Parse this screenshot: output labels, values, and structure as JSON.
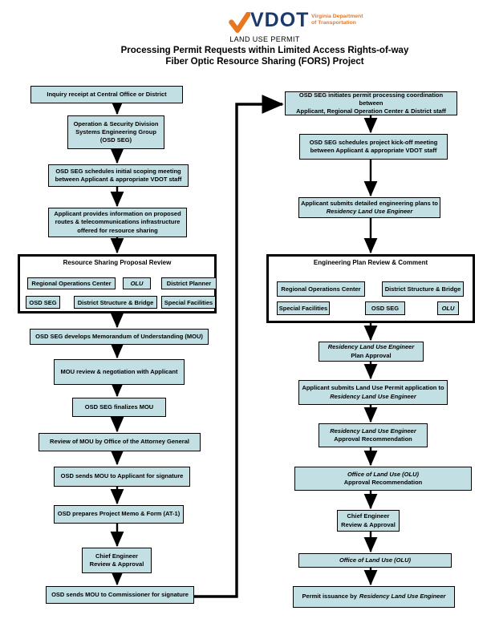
{
  "header": {
    "logo": {
      "brand": "VDOT",
      "tagline_line1": "Virginia Department",
      "tagline_line2": "of Transportation"
    },
    "doc_type": "LAND USE PERMIT",
    "title_line1": "Processing Permit Requests within Limited Access Rights-of-way",
    "title_line2": "Fiber Optic Resource Sharing (FORS) Project"
  },
  "left": {
    "inquiry": "Inquiry receipt at Central Office or District",
    "osd_seg_group": "Operation & Security Division\nSystems Engineering Group\n(OSD SEG)",
    "scoping": "OSD SEG schedules  initial scoping meeting\nbetween Applicant & appropriate VDOT staff",
    "applicant_info": "Applicant provides information on proposed\nroutes & telecommunications infrastructure\noffered for resource sharing",
    "review_group": {
      "title": "Resource Sharing Proposal Review",
      "members": {
        "roc": "Regional Operations Center",
        "olu": "OLU",
        "district_planner": "District Planner",
        "osd_seg": "OSD SEG",
        "structure_bridge": "District  Structure & Bridge",
        "special_facilities": "Special  Facilities"
      }
    },
    "mou_develop": "OSD SEG develops  Memorandum of Understanding (MOU)",
    "mou_review": "MOU review & negotiation with Applicant",
    "mou_finalize": "OSD SEG finalizes MOU",
    "oag_review": "Review of MOU by Office of the Attorney General",
    "mou_signature": "OSD sends MOU to Applicant for signature",
    "project_memo": "OSD prepares Project Memo & Form (AT-1)",
    "chief_engineer": "Chief Engineer\nReview & Approval",
    "commissioner": "OSD sends MOU to Commissioner for signature"
  },
  "right": {
    "initiate": "OSD SEG initiates  permit processing coordination between\nApplicant, Regional Operation Center & District staff",
    "kickoff": "OSD SEG schedules  project kick-off meeting\nbetween Applicant & appropriate VDOT staff",
    "plans": {
      "line1": "Applicant submits  detailed engineering plans to",
      "line2": "Residency Land Use Engineer"
    },
    "plan_review_group": {
      "title": "Engineering Plan Review & Comment",
      "members": {
        "roc": "Regional Operations Center",
        "structure_bridge": "District  Structure & Bridge",
        "special_facilities": "Special  Facilities",
        "osd_seg": "OSD SEG",
        "olu": "OLU"
      }
    },
    "plan_approval": {
      "line1": "Residency Land Use Engineer",
      "line2": "Plan Approval"
    },
    "permit_application": {
      "line1": "Applicant submits Land Use Permit application to",
      "line2": "Residency Land Use Engineer"
    },
    "approval_recommendation": {
      "line1": "Residency Land Use Engineer",
      "line2": "Approval Recommendation"
    },
    "olu_recommendation": {
      "line1": "Office of  Land Use (OLU)",
      "line2": "Approval Recommendation"
    },
    "chief_engineer": "Chief Engineer\nReview & Approval",
    "olu_office": "Office of  Land Use (OLU)",
    "permit_issuance": {
      "prefix": "Permit issuance by",
      "italic": "Residency Land Use Engineer"
    }
  },
  "colors": {
    "box_fill": "#c2dfe4",
    "box_border": "#000000",
    "accent_orange": "#e87722",
    "brand_navy": "#1b3a6b"
  }
}
